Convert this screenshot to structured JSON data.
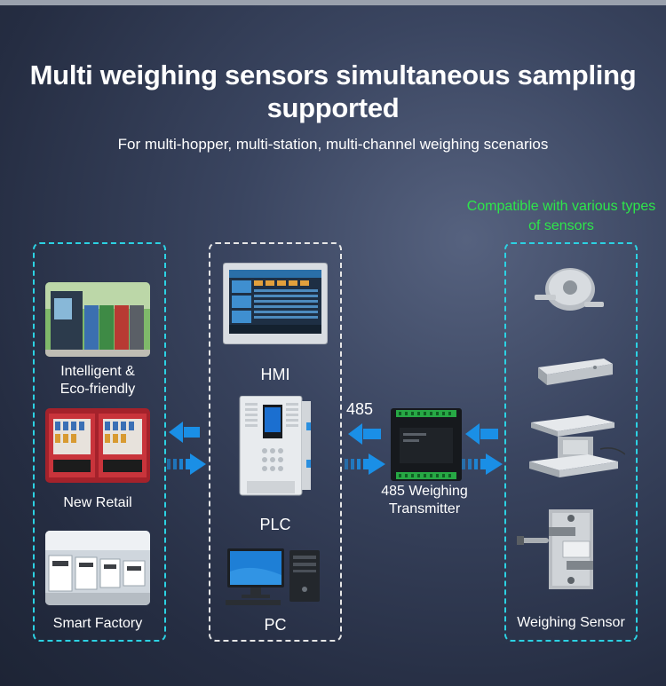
{
  "header": {
    "title": "Multi weighing sensors simultaneous sampling supported",
    "subtitle": "For multi-hopper, multi-station, multi-channel weighing scenarios"
  },
  "applications": {
    "items": [
      {
        "label": "Intelligent & Eco-friendly"
      },
      {
        "label": "New Retail"
      },
      {
        "label": "Smart Factory"
      }
    ]
  },
  "controllers": {
    "items": [
      {
        "label": "HMI"
      },
      {
        "label": "PLC"
      },
      {
        "label": "PC"
      }
    ]
  },
  "transmitter": {
    "protocol": "485",
    "label": "485 Weighing Transmitter"
  },
  "sensors": {
    "note": "Compatible with various types of sensors",
    "label": "Weighing Sensor"
  },
  "colors": {
    "accent_cyan": "#2cd2e3",
    "arrow_blue": "#1a8fe6",
    "note_green": "#2ee64a"
  }
}
